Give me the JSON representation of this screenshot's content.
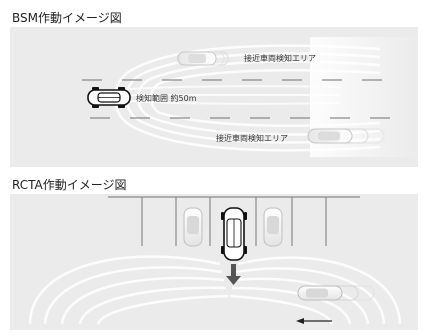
{
  "bsm": {
    "title": "BSM作動イメージ図",
    "zone_label_upper": "接近車両検知エリア",
    "zone_label_lower": "接近車両検知エリア",
    "range_label": "検知範囲 約50m"
  },
  "rcta": {
    "title": "RCTA作動イメージ図"
  }
}
